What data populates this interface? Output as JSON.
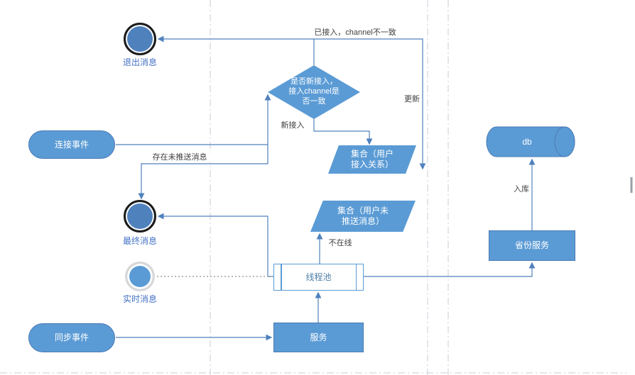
{
  "diagram": {
    "nodes": {
      "exit_circle": {
        "caption": "退出消息"
      },
      "final_circle": {
        "caption": "最终消息"
      },
      "realtime_circle": {
        "caption": "实时消息"
      },
      "connect_event": {
        "label": "连接事件"
      },
      "sync_event": {
        "label": "同步事件"
      },
      "decision": {
        "line1": "是否新接入，",
        "line2": "接入channel是",
        "line3": "否一致"
      },
      "channel_set": {
        "line1": "集合（用户",
        "line2": "接入关系）"
      },
      "unpushed_set": {
        "line1": "集合（用户未",
        "line2": "推送消息）"
      },
      "db": {
        "label": "db"
      },
      "province_service": {
        "label": "省份服务"
      },
      "thread_pool": {
        "label": "线程池"
      },
      "service": {
        "label": "服务"
      }
    },
    "edge_labels": {
      "connected_mismatch": "已接入，channel不一致",
      "update": "更新",
      "new_connection": "新接入",
      "has_unpushed": "存在未推送消息",
      "offline": "不在线",
      "store": "入库"
    },
    "colors": {
      "node_fill": "#5b9bd5",
      "node_border": "#4a7ab5",
      "node_text": "#ffffff",
      "connector": "#4f81bd",
      "edge_label_text": "#404040",
      "caption_text": "#4472c4",
      "final_ring": "#1c1c1c",
      "realtime_ring": "#d8d8d8",
      "lane_line": "#c9ced4"
    }
  }
}
